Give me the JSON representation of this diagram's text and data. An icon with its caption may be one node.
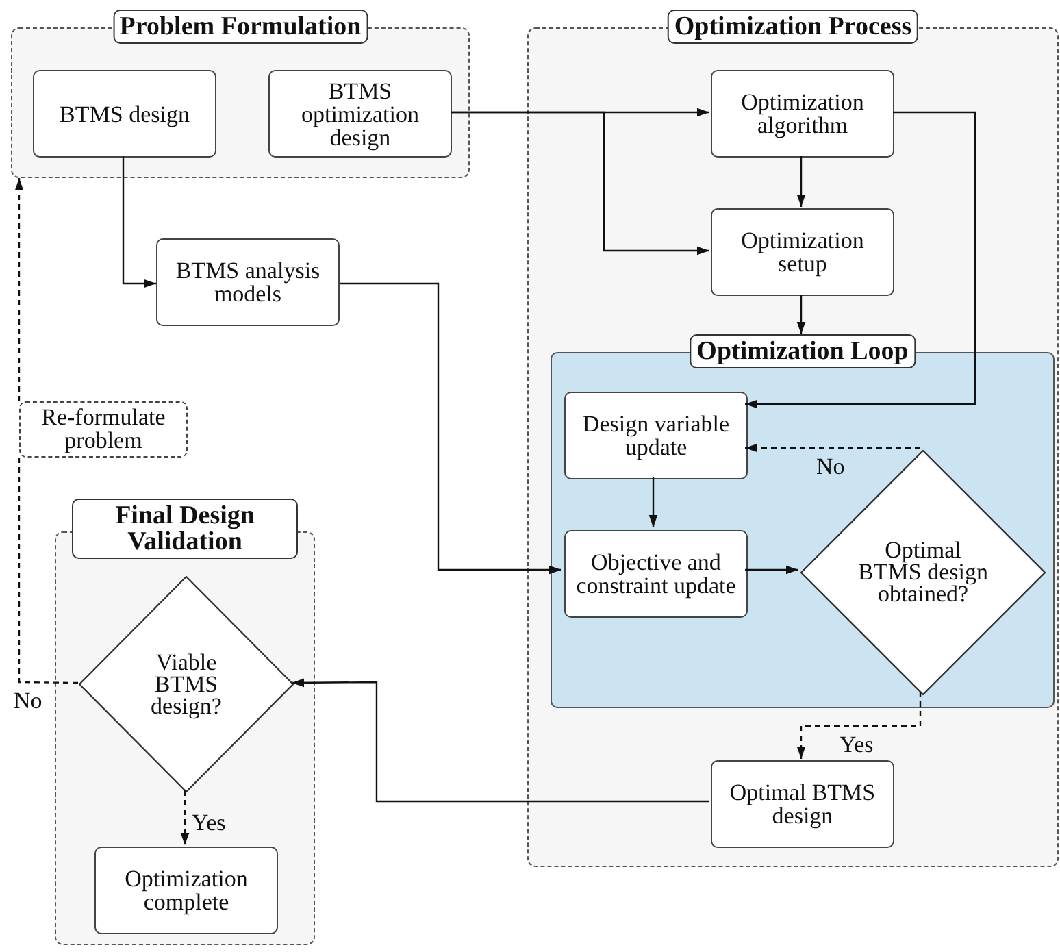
{
  "diagram": {
    "nodes": [
      {
        "text": [
          "Problem Formulation"
        ]
      },
      {
        "text": [
          "BTMS design"
        ],
        "in": 0
      },
      {
        "text": [
          "BTMS optimization design"
        ],
        "in": 0
      },
      {
        "text": [
          "Optimization Process"
        ]
      },
      {
        "text": [
          "Optimization algorithm"
        ],
        "in": 3
      },
      {
        "text": [
          "Optimization setup"
        ],
        "in": 3
      },
      {
        "text": [
          "Optimization Loop"
        ],
        "in": 3
      },
      {
        "text": [
          "Design variable update"
        ],
        "in": 6
      },
      {
        "text": [
          "Objective and constraint update"
        ],
        "in": 6
      },
      {
        "text": [
          "Optimal BTMS design obtained?"
        ],
        "in": 6
      },
      {
        "text": [
          "Optimal BTMS design"
        ],
        "in": 3
      },
      {
        "text": [
          "BTMS analysis models"
        ]
      },
      {
        "text": [
          "Re-formulate problem"
        ]
      },
      {
        "text": [
          "Final Design Validation"
        ]
      },
      {
        "text": [
          "Viable BTMS design?"
        ],
        "in": 13
      },
      {
        "text": [
          "Optimization complete"
        ],
        "in": 13
      }
    ],
    "edges": [
      {
        "from": 1,
        "to": 11,
        "arrow": "to"
      },
      {
        "from": 2,
        "to": 4,
        "arrow": "to"
      },
      {
        "from": 2,
        "to": 5,
        "arrow": "to"
      },
      {
        "from": 4,
        "to": 5,
        "arrow": "to"
      },
      {
        "from": 4,
        "to": 7,
        "arrow": "to"
      },
      {
        "from": 5,
        "to": 6,
        "arrow": "to"
      },
      {
        "from": 11,
        "to": 8,
        "arrow": "to"
      },
      {
        "from": 7,
        "to": 8,
        "arrow": "to"
      },
      {
        "from": 8,
        "to": 9,
        "arrow": "to"
      },
      {
        "from": 9,
        "to": 7,
        "arrow": "to",
        "label": "No",
        "style": "dashed"
      },
      {
        "from": 9,
        "to": 10,
        "arrow": "to",
        "label": "Yes",
        "style": "dashed"
      },
      {
        "from": 10,
        "to": 14,
        "arrow": "to"
      },
      {
        "from": 14,
        "to": 12,
        "arrow": "none",
        "label": "No",
        "style": "dashed"
      },
      {
        "from": 12,
        "to": 0,
        "arrow": "to",
        "style": "dashed"
      },
      {
        "from": 14,
        "to": 15,
        "arrow": "to",
        "label": "Yes",
        "style": "dashed"
      }
    ]
  }
}
